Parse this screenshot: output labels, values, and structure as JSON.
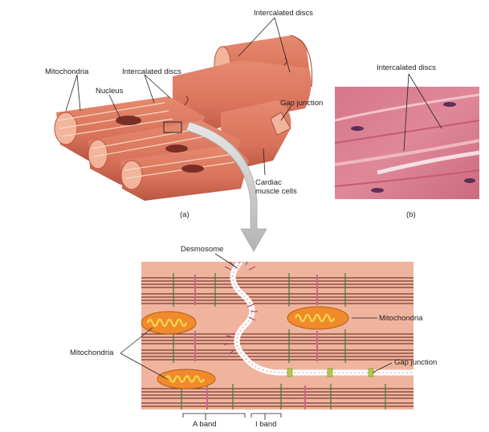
{
  "panel_a": {
    "label": "(a)",
    "callouts": {
      "intercalated_discs_top": "Intercalated discs",
      "mitochondria": "Mitochondria",
      "intercalated_discs_mid": "Intercalated discs",
      "nucleus": "Nucleus",
      "gap_junction": "Gap junction",
      "cardiac_cells_line1": "Cardiac",
      "cardiac_cells_line2": "muscle cells"
    }
  },
  "panel_b": {
    "label": "(b)",
    "callouts": {
      "intercalated_discs": "Intercalated discs"
    }
  },
  "detail": {
    "callouts": {
      "desmosome": "Desmosome",
      "mitochondria_right": "Mitochondria",
      "mitochondria_left": "Mitochondria",
      "gap_junction": "Gap junction",
      "a_band": "A band",
      "i_band": "I band"
    }
  },
  "colors": {
    "muscle_surface": "#d9735b",
    "muscle_dark": "#b95640",
    "muscle_end": "#f2b59c",
    "micrograph_pink": "#d8798f",
    "detail_bg": "#f0b49e",
    "myofibril_dark": "#7a3b32",
    "mito_orange": "#f08a2c",
    "mito_yellow": "#f6d24a",
    "gap_green": "#b7c94a",
    "arrow_gray": "#c8c8c8"
  }
}
